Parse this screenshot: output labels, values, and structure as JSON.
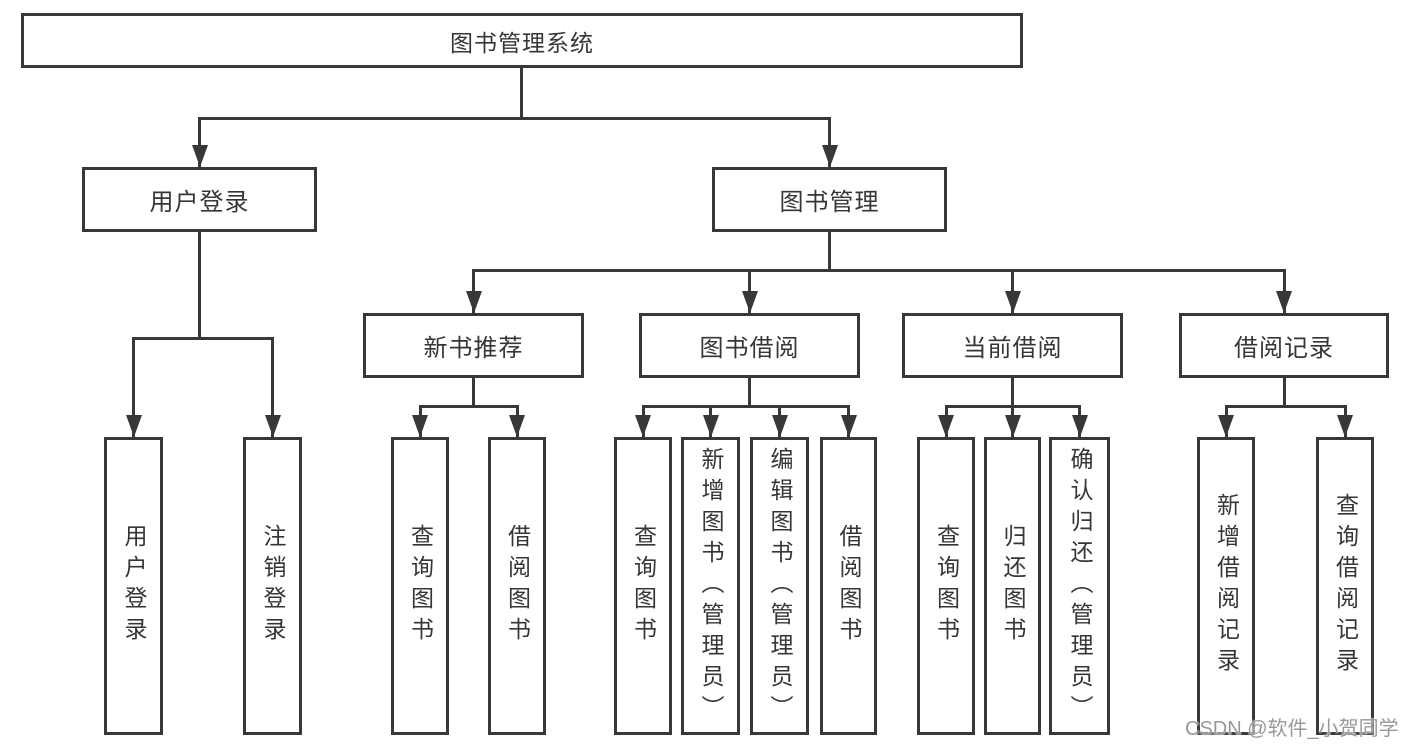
{
  "diagram": {
    "root": {
      "label": "图书管理系统"
    },
    "user_login": {
      "label": "用户登录",
      "leaves": [
        {
          "label": "用户登录"
        },
        {
          "label": "注销登录"
        }
      ]
    },
    "book_mgmt": {
      "label": "图书管理",
      "sections": [
        {
          "label": "新书推荐",
          "leaves": [
            {
              "label": "查询图书"
            },
            {
              "label": "借阅图书"
            }
          ]
        },
        {
          "label": "图书借阅",
          "leaves": [
            {
              "label": "查询图书"
            },
            {
              "label": "新增图书（管理员）"
            },
            {
              "label": "编辑图书（管理员）"
            },
            {
              "label": "借阅图书"
            }
          ]
        },
        {
          "label": "当前借阅",
          "leaves": [
            {
              "label": "查询图书"
            },
            {
              "label": "归还图书"
            },
            {
              "label": "确认归还（管理员）"
            }
          ]
        },
        {
          "label": "借阅记录",
          "leaves": [
            {
              "label": "新增借阅记录"
            },
            {
              "label": "查询借阅记录"
            }
          ]
        }
      ]
    }
  },
  "watermark": {
    "text": "CSDN @软件_小贺同学"
  }
}
